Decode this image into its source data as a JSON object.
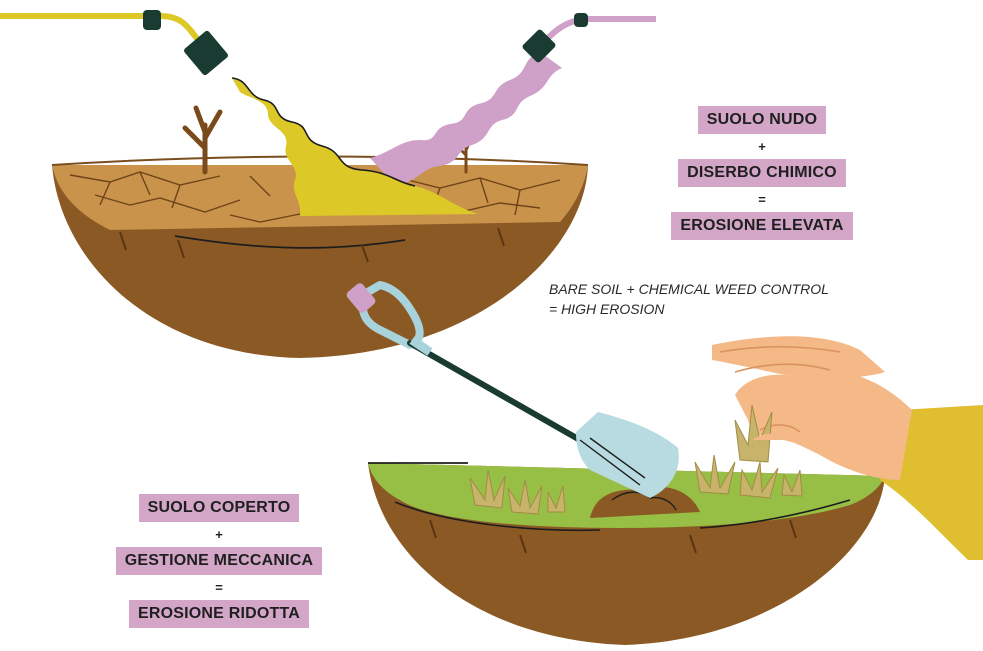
{
  "top_formula": {
    "line1": "SUOLO NUDO",
    "op1": "+",
    "line2": "DISERBO CHIMICO",
    "op2": "=",
    "line3": "EROSIONE ELEVATA"
  },
  "top_caption": {
    "line1": "BARE SOIL + CHEMICAL WEED CONTROL",
    "line2": "= HIGH EROSION"
  },
  "bottom_formula": {
    "line1": "SUOLO COPERTO",
    "op1": "+",
    "line2": "GESTIONE MECCANICA",
    "op2": "=",
    "line3": "EROSIONE RIDOTTA"
  },
  "colors": {
    "label_bg": "#d3a6c8",
    "soil_dark": "#8b5a24",
    "soil_dry": "#c9934b",
    "herbicide_yellow": "#dcc826",
    "herbicide_pink": "#cfa1c8",
    "grass_green": "#97be45",
    "hose_nozzle": "#1a3b32",
    "sleeve_yellow": "#dfbe30",
    "skin": "#f4b987",
    "shovel_blade": "#b7dbe0"
  }
}
